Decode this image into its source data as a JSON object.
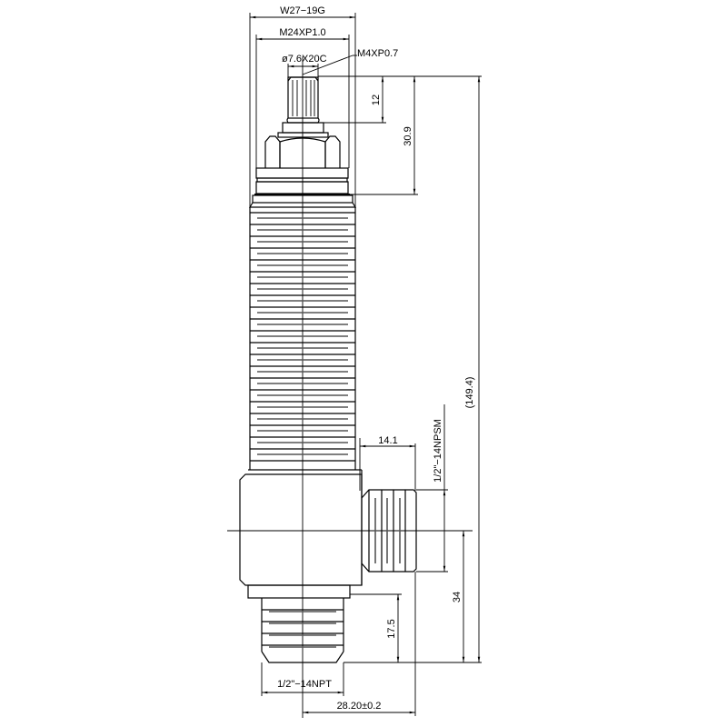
{
  "drawing": {
    "title": "Tap cartridge valve technical drawing",
    "line_color": "#000000",
    "background": "#ffffff"
  },
  "dimensions": {
    "top_thread": "W27−19G",
    "body_thread": "M24XP1.0",
    "spline": "ø7.6X20C",
    "screw_thread": "M4XP0.7",
    "spline_height": "12",
    "head_height": "30.9",
    "overall_length": "(149.4)",
    "outlet_offset": "14.1",
    "outlet_thread": "1/2\"−14NPSM",
    "outlet_height": "34",
    "inlet_height": "17.5",
    "inlet_thread": "1/2\"−14NPT",
    "center_to_outlet": "28.20±0.2"
  }
}
